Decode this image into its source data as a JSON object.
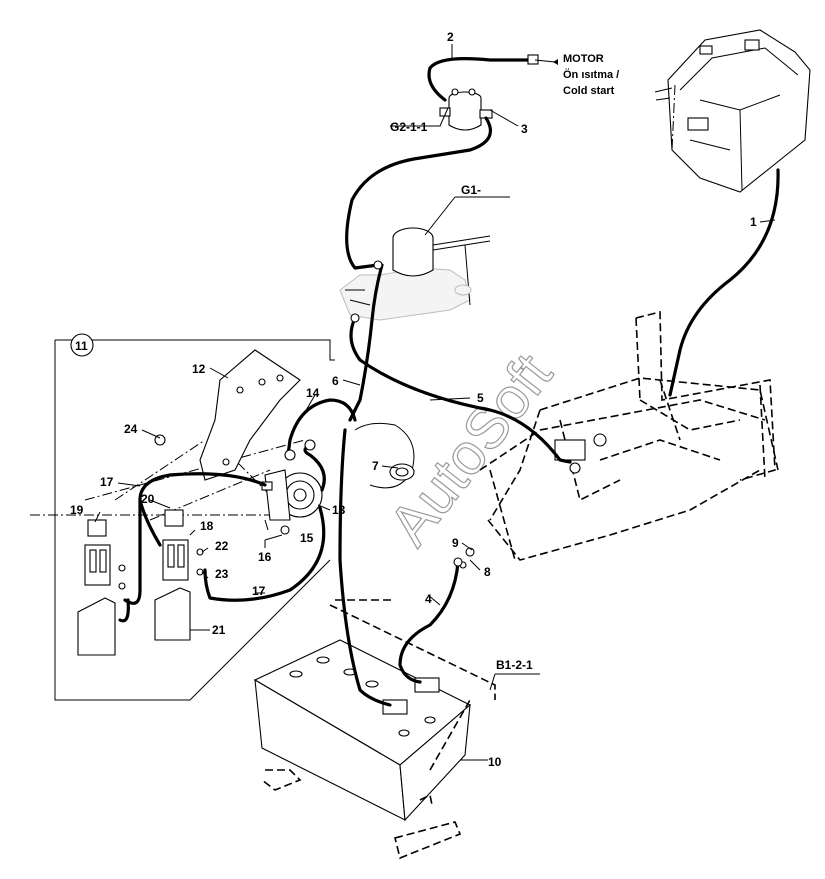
{
  "watermark": "AutoSoft",
  "motor_note": {
    "line1": "MOTOR",
    "line2": "Ön ısıtma /",
    "line3": "Cold start"
  },
  "refs": {
    "g2": "G2-1-1",
    "g1": "G1-",
    "b1": "B1-2-1"
  },
  "callouts": {
    "c1": "1",
    "c2": "2",
    "c3": "3",
    "c4": "4",
    "c5": "5",
    "c6": "6",
    "c7": "7",
    "c8": "8",
    "c9": "9",
    "c10": "10",
    "c11": "11",
    "c12": "12",
    "c13": "13",
    "c14": "14",
    "c15": "15",
    "c16": "16",
    "c17a": "17",
    "c17b": "17",
    "c18": "18",
    "c19": "19",
    "c20": "20",
    "c21": "21",
    "c22": "22",
    "c23": "23",
    "c24": "24"
  }
}
